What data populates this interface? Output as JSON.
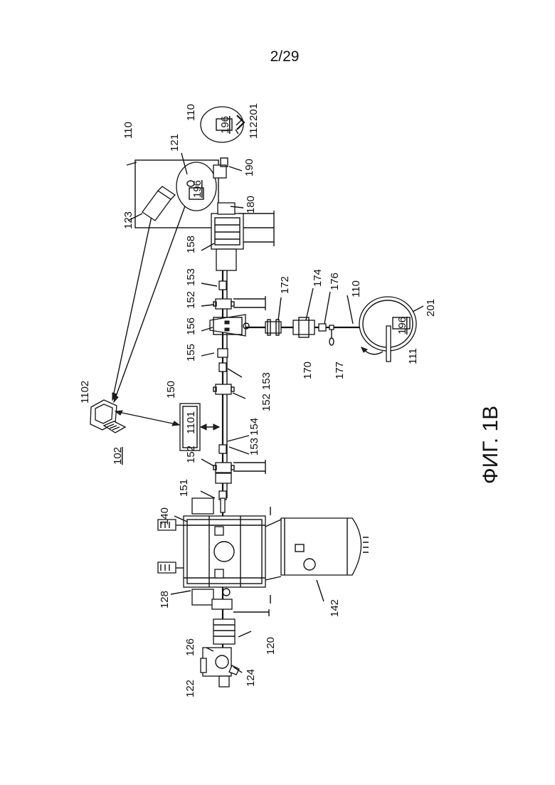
{
  "page": {
    "number": "2/29"
  },
  "figure": {
    "caption": "ФИГ. 1B"
  },
  "labels": {
    "system": "102",
    "computer": "1102",
    "controller": "1101",
    "l150": "150",
    "l151": "151",
    "l152_low": "152",
    "l152_mid": "152",
    "l152_up": "152",
    "l153_low": "153",
    "l153_mid": "153",
    "l153_up": "153",
    "l154": "154",
    "l155": "155",
    "l156": "156",
    "l158": "158",
    "l170": "170",
    "l172": "172",
    "l174": "174",
    "l176": "176",
    "l177": "177",
    "l180": "180",
    "l190": "190",
    "l110_box": "110",
    "l110_top": "110",
    "l110_right": "110",
    "l111": "111",
    "l112": "112",
    "l121": "121",
    "l123": "123",
    "l196_box": "196",
    "l196_top": "196",
    "l196_right": "196",
    "l201_top": "201",
    "l201_right": "201",
    "l120": "120",
    "l122": "122",
    "l124": "124",
    "l126": "126",
    "l128": "128",
    "l140": "140",
    "l142": "142"
  }
}
